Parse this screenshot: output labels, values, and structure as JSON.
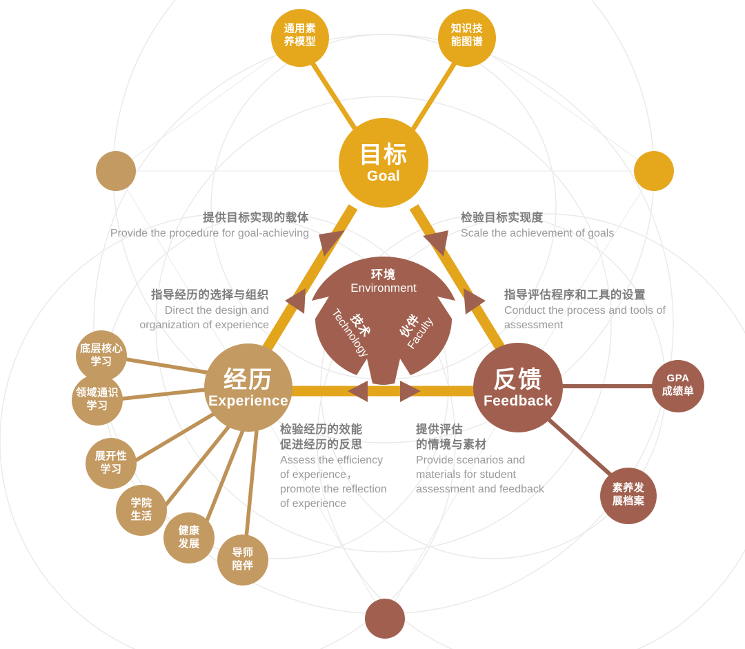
{
  "diagram": {
    "title": "Goal-Experience-Feedback Learning Model",
    "colors": {
      "goal": "#E5A71C",
      "experience": "#C39A62",
      "feedback": "#A1604F",
      "bar": "#E2A51C",
      "arrow": "#9E6150",
      "background_arc": "#E8E8E8",
      "caption_cn": "#7D7D7D",
      "caption_en": "#9A9A9A"
    },
    "core_nodes": [
      {
        "id": "goal",
        "cn": "目标",
        "en": "Goal"
      },
      {
        "id": "experience",
        "cn": "经历",
        "en": "Experience"
      },
      {
        "id": "feedback",
        "cn": "反馈",
        "en": "Feedback"
      }
    ],
    "center": {
      "primary_cn": "环境",
      "primary_en": "Environment",
      "left_cn": "技术",
      "left_en": "Technology",
      "right_cn": "伙伴",
      "right_en": "Faculty"
    },
    "goal_satellites": [
      {
        "cn": "通用素\n养模型",
        "line1": "通用素",
        "line2": "养模型"
      },
      {
        "cn": "知识技\n能图谱",
        "line1": "知识技",
        "line2": "能图谱"
      }
    ],
    "experience_satellites": [
      {
        "line1": "底层核心",
        "line2": "学习"
      },
      {
        "line1": "领域通识",
        "line2": "学习"
      },
      {
        "line1": "展开性",
        "line2": "学习"
      },
      {
        "line1": "学院",
        "line2": "生活"
      },
      {
        "line1": "健康",
        "line2": "发展"
      },
      {
        "line1": "导师",
        "line2": "陪伴"
      }
    ],
    "feedback_satellites": [
      {
        "line1": "GPA",
        "line2": "成绩单"
      },
      {
        "line1": "素养发",
        "line2": "展档案"
      }
    ],
    "captions": [
      {
        "id": "goal-to-experience",
        "cn": "提供目标实现的载体",
        "en": "Provide the procedure for goal-achieving"
      },
      {
        "id": "experience-to-goal",
        "cn": "指导经历的选择与组织",
        "en_line1": "Direct the design and",
        "en_line2": "organization of experience"
      },
      {
        "id": "feedback-to-goal",
        "cn": "检验目标实现度",
        "en": "Scale the achievement of goals"
      },
      {
        "id": "goal-to-feedback",
        "cn": "指导评估程序和工具的设置",
        "en_line1": "Conduct the process and tools of",
        "en_line2": "assessment"
      },
      {
        "id": "experience-to-feedback",
        "cn_line1": "检验经历的效能",
        "cn_line2": "促进经历的反思",
        "en_line1": "Assess the efficiency",
        "en_line2": "of experience，",
        "en_line3": "promote the reflection",
        "en_line4": "of experience"
      },
      {
        "id": "feedback-to-experience",
        "cn_line1": "提供评估",
        "cn_line2": "的情境与素材",
        "en_line1": "Provide scenarios and",
        "en_line2": "materials for student",
        "en_line3": "assessment and feedback"
      }
    ],
    "decorative_dots": [
      {
        "id": "left-dot",
        "color": "#C39A62"
      },
      {
        "id": "right-dot",
        "color": "#E5A71C"
      },
      {
        "id": "bottom-dot",
        "color": "#A1604F"
      }
    ]
  }
}
